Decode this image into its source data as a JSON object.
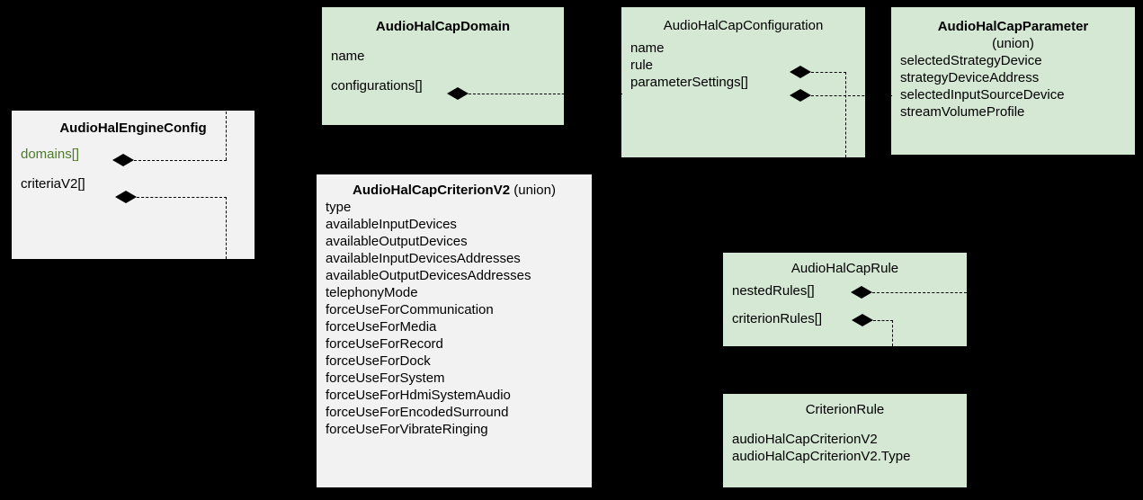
{
  "diagram": {
    "background": "#000000",
    "node_fill_green": "#d5e8d4",
    "node_fill_gray": "#f2f2f2",
    "accent_green_text": "#4d7a2c",
    "line_color": "#000000"
  },
  "nodes": {
    "engine_config": {
      "title": "AudioHalEngineConfig",
      "attributes": [
        {
          "label": "domains[]",
          "color": "green",
          "composition": true
        },
        {
          "label": "criteriaV2[]",
          "color": "black",
          "composition": true
        }
      ]
    },
    "cap_domain": {
      "title": "AudioHalCapDomain",
      "attributes": [
        {
          "label": "name",
          "composition": false
        },
        {
          "label": "configurations[]",
          "composition": true
        }
      ]
    },
    "cap_configuration": {
      "title": "AudioHalCapConfiguration",
      "attributes": [
        {
          "label": "name",
          "composition": false
        },
        {
          "label": "rule",
          "composition": true
        },
        {
          "label": "parameterSettings[]",
          "composition": true
        }
      ]
    },
    "cap_parameter": {
      "title": "AudioHalCapParameter",
      "subtitle": "(union)",
      "attributes": [
        {
          "label": "selectedStrategyDevice"
        },
        {
          "label": "strategyDeviceAddress"
        },
        {
          "label": "selectedInputSourceDevice"
        },
        {
          "label": "streamVolumeProfile"
        }
      ]
    },
    "cap_criterion_v2": {
      "title": "AudioHalCapCriterionV2",
      "title_suffix": "(union)",
      "attributes": [
        {
          "label": "type"
        },
        {
          "label": "availableInputDevices"
        },
        {
          "label": "availableOutputDevices"
        },
        {
          "label": "availableInputDevicesAddresses"
        },
        {
          "label": "availableOutputDevicesAddresses"
        },
        {
          "label": "telephonyMode"
        },
        {
          "label": "forceUseForCommunication"
        },
        {
          "label": "forceUseForMedia"
        },
        {
          "label": "forceUseForRecord"
        },
        {
          "label": "forceUseForDock"
        },
        {
          "label": "forceUseForSystem"
        },
        {
          "label": "forceUseForHdmiSystemAudio"
        },
        {
          "label": "forceUseForEncodedSurround"
        },
        {
          "label": "forceUseForVibrateRinging"
        }
      ]
    },
    "cap_rule": {
      "title": "AudioHalCapRule",
      "attributes": [
        {
          "label": "nestedRules[]",
          "composition": true
        },
        {
          "label": "criterionRules[]",
          "composition": true
        }
      ]
    },
    "criterion_rule": {
      "title": "CriterionRule",
      "attributes": [
        {
          "label": "audioHalCapCriterionV2"
        },
        {
          "label": "audioHalCapCriterionV2.Type"
        }
      ]
    }
  }
}
